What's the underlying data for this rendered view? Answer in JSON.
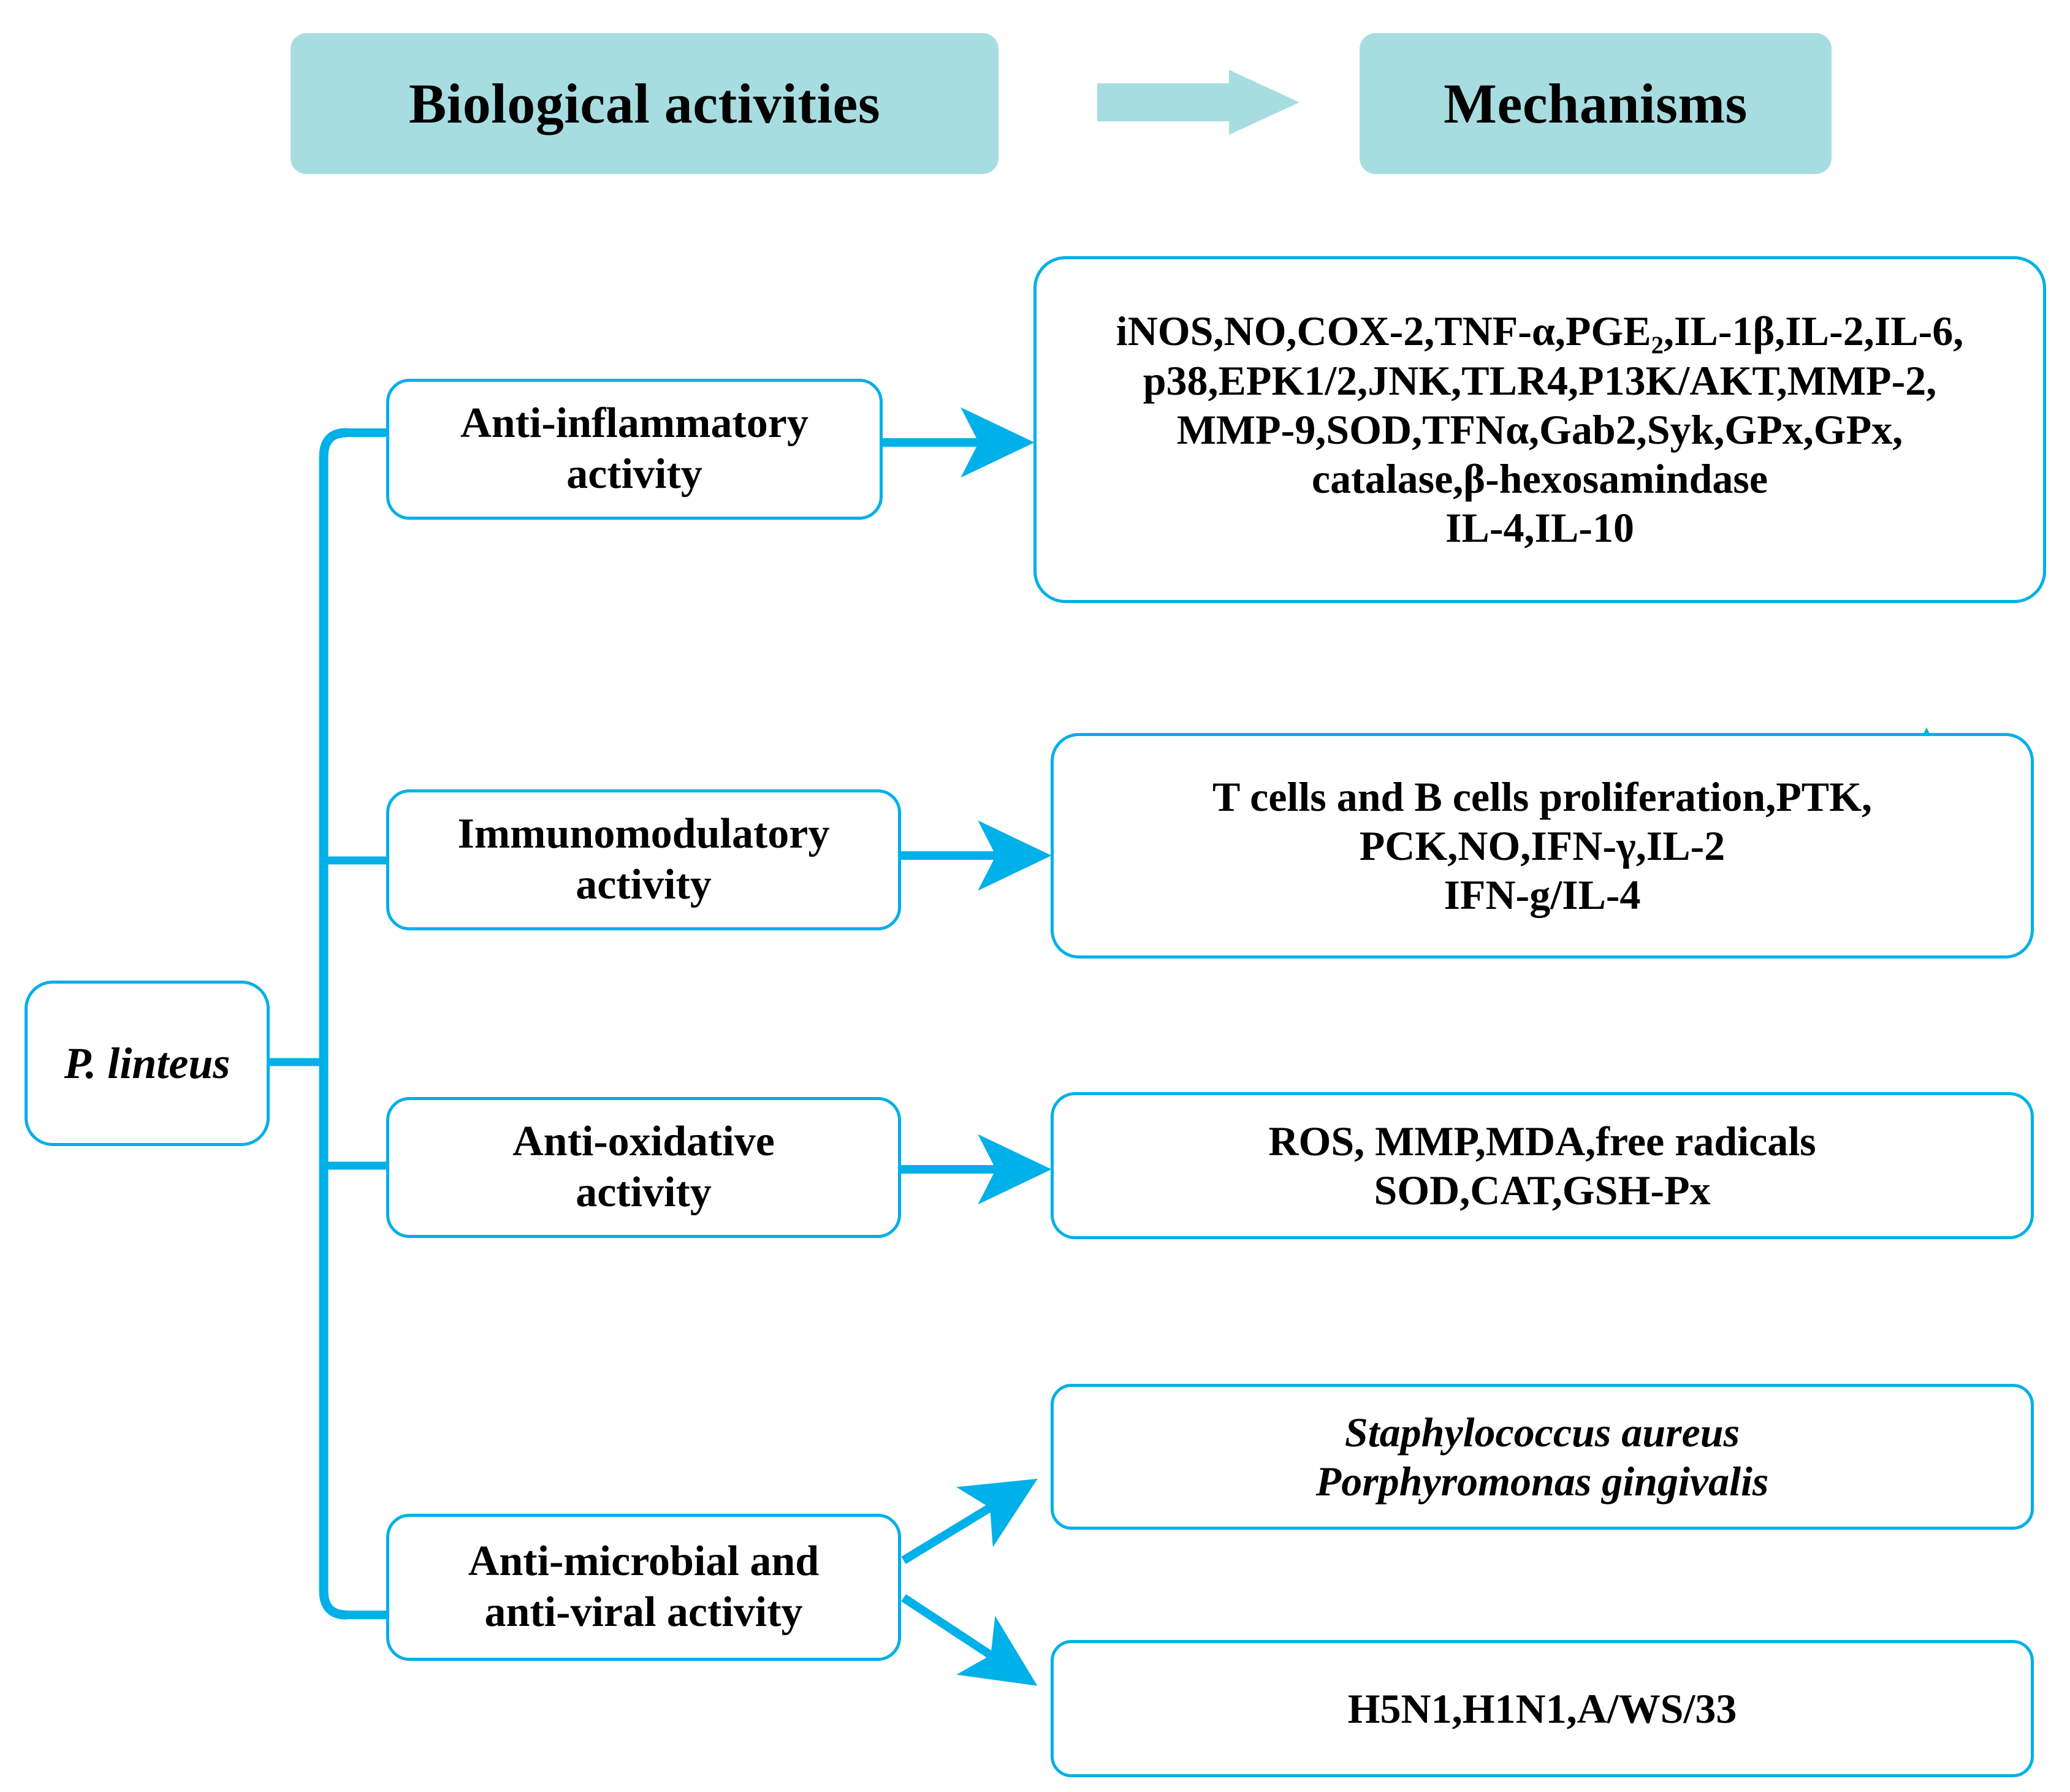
{
  "header": {
    "left_banner": "Biological activities",
    "right_banner": "Mechanisms",
    "flow_arrow_icon": "block-right-arrow"
  },
  "root": {
    "label": "P. linteus"
  },
  "colors": {
    "banner_fill": "#a7dde0",
    "line": "#00b0e8",
    "box_border": "#00b0e8",
    "box_fill": "#ffffff",
    "text": "#000000"
  },
  "activities": [
    {
      "id": "anti-inflammatory",
      "line1": "Anti-inflammatory",
      "line2": "activity"
    },
    {
      "id": "immunomodulatory",
      "line1": "Immunomodulatory",
      "line2": "activity"
    },
    {
      "id": "anti-oxidative",
      "line1": "Anti-oxidative",
      "line2": "activity"
    },
    {
      "id": "anti-microbial-viral",
      "line1": "Anti-microbial and",
      "line2": "anti-viral  activity"
    }
  ],
  "mechanisms": {
    "anti_inflammatory": {
      "lines": [
        "iNOS,NO,COX-2,TNF-α,PGE₂,IL-1β,IL-2,IL-6,",
        "p38,EPK1/2,JNK,TLR4,P13K/AKT,MMP-2,",
        "MMP-9,SOD,TFNα,Gab2,Syk,GPx,GPx,",
        "catalase,β-hexosamindase",
        "IL-4,IL-10"
      ],
      "down_arrow_icon": "down-arrow",
      "up_arrow_icon": "up-arrow"
    },
    "immunomodulatory": {
      "lines": [
        "T cells and B cells proliferation,PTK,",
        "PCK,NO,IFN-γ,IL-2",
        "IFN-g/IL-4"
      ],
      "up_arrow_icon": "up-arrow",
      "down_arrow_icon": "down-arrow"
    },
    "anti_oxidative": {
      "lines": [
        "ROS, MMP,MDA,free radicals",
        "SOD,CAT,GSH-Px"
      ],
      "down_arrow_icon": "down-arrow",
      "up_arrow_icon": "up-arrow"
    },
    "anti_bacterial": {
      "lines": [
        "Staphylococcus aureus",
        "Porphyromonas gingivalis"
      ]
    },
    "anti_viral": {
      "lines": [
        "H5N1,H1N1,A/WS/33"
      ]
    }
  }
}
